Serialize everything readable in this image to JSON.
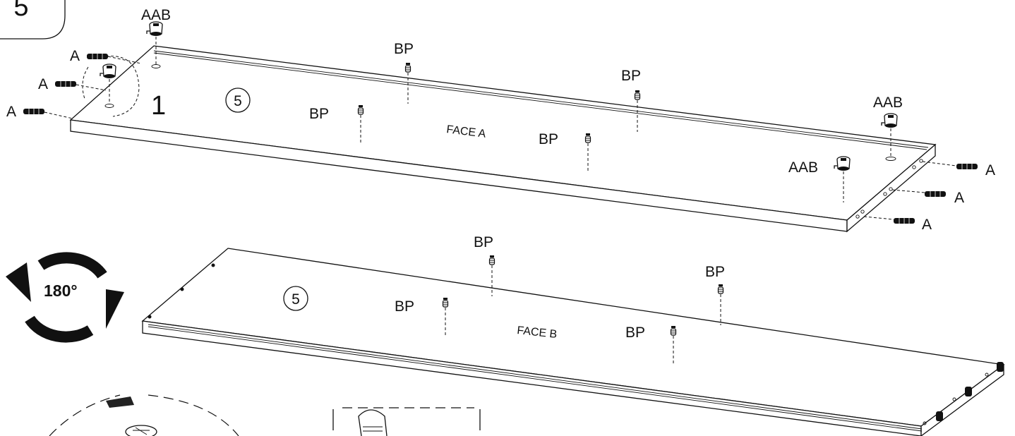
{
  "step": {
    "number": "5"
  },
  "panel_top": {
    "part_number": "5",
    "face_label": "FACE A",
    "detail_ref": "1"
  },
  "panel_bottom": {
    "part_number": "5",
    "face_label": "FACE B"
  },
  "rotation": {
    "label": "180°"
  },
  "labels": {
    "aab": "AAB",
    "bp": "BP",
    "a": "A"
  }
}
